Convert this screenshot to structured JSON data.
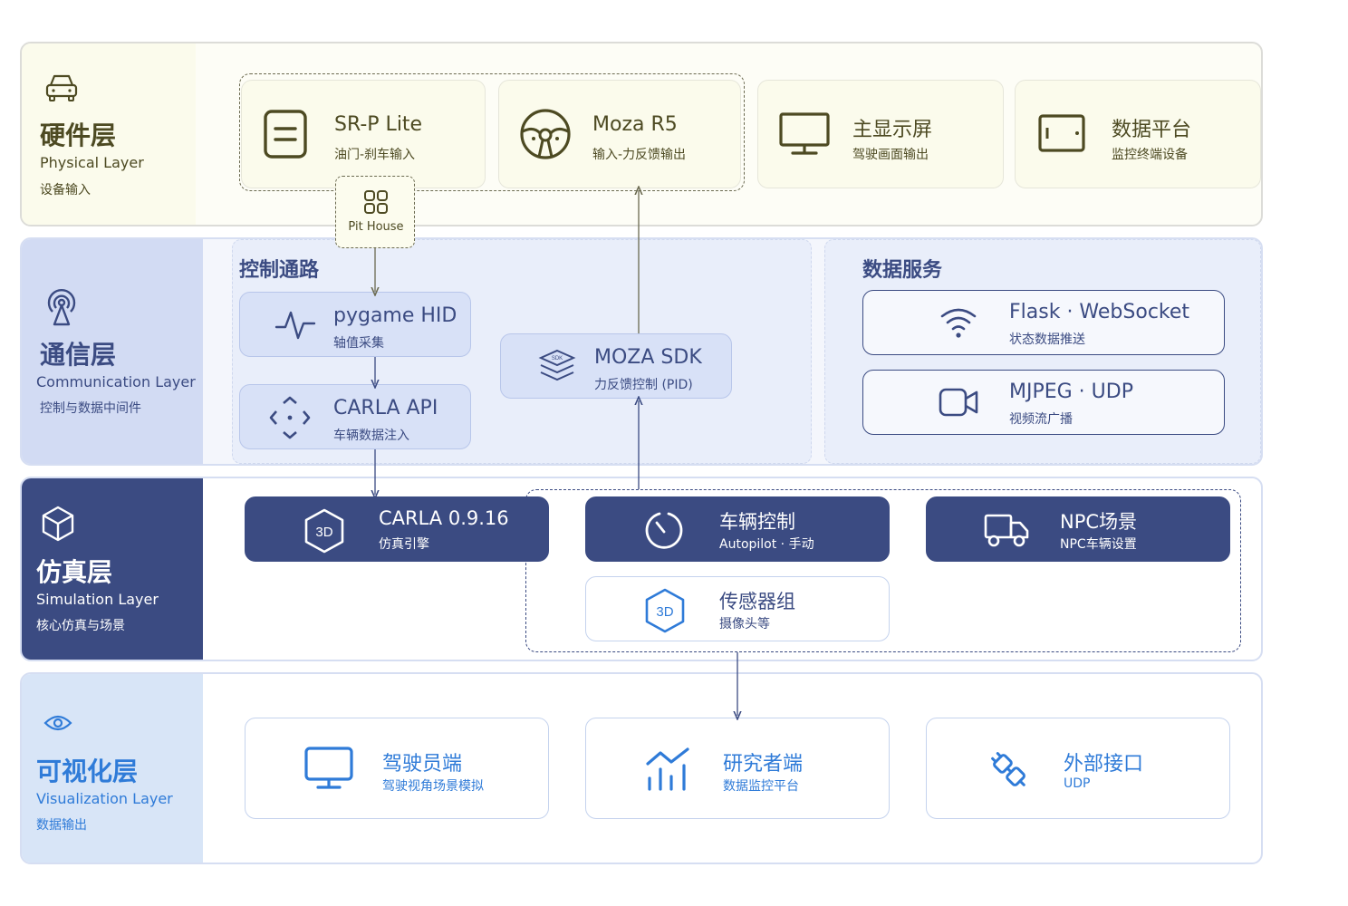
{
  "colors": {
    "olive": "#4d4a22",
    "hw_bg": "#fcfcf2",
    "hw_border": "#dcdcd4",
    "comm_side": "#d2dbf3",
    "comm_bg": "#e9eefa",
    "comm_card": "#d8e1f7",
    "navy": "#3b4b82",
    "sim_card": "#3b4b82",
    "blue": "#2f7bd8",
    "vis_side": "#d8e5f7"
  },
  "layers": {
    "hardware": {
      "title": "硬件层",
      "en": "Physical Layer",
      "sub": "设备输入"
    },
    "communication": {
      "title": "通信层",
      "en": "Communication Layer",
      "sub": "控制与数据中间件"
    },
    "simulation": {
      "title": "仿真层",
      "en": "Simulation Layer",
      "sub": "核心仿真与场景"
    },
    "visualization": {
      "title": "可视化层",
      "en": "Visualization Layer",
      "sub": "数据输出"
    }
  },
  "hardware_cards": [
    {
      "title": "SR-P Lite",
      "sub": "油门-刹车输入",
      "icon": "pedal-icon"
    },
    {
      "title": "Moza R5",
      "sub": "输入-力反馈输出",
      "icon": "steering-wheel-icon"
    },
    {
      "title": "主显示屏",
      "sub": "驾驶画面输出",
      "icon": "monitor-icon"
    },
    {
      "title": "数据平台",
      "sub": "监控终端设备",
      "icon": "tablet-icon"
    }
  ],
  "pit_house": {
    "label": "Pit House"
  },
  "control_path": {
    "title": "控制通路",
    "cards": [
      {
        "title": "pygame HID",
        "sub": "轴值采集"
      },
      {
        "title": "CARLA API",
        "sub": "车辆数据注入"
      },
      {
        "title": "MOZA SDK",
        "sub": "力反馈控制 (PID)"
      }
    ]
  },
  "data_service": {
    "title": "数据服务",
    "cards": [
      {
        "title": "Flask · WebSocket",
        "sub": "状态数据推送"
      },
      {
        "title": "MJPEG · UDP",
        "sub": "视频流广播"
      }
    ]
  },
  "sim_cards": [
    {
      "title": "CARLA 0.9.16",
      "sub": "仿真引擎"
    },
    {
      "title": "车辆控制",
      "sub": "Autopilot · 手动"
    },
    {
      "title": "NPC场景",
      "sub": "NPC车辆设置"
    },
    {
      "title": "传感器组",
      "sub": "摄像头等"
    }
  ],
  "vis_cards": [
    {
      "title": "驾驶员端",
      "sub": "驾驶视角场景模拟"
    },
    {
      "title": "研究者端",
      "sub": "数据监控平台"
    },
    {
      "title": "外部接口",
      "sub": "UDP"
    }
  ]
}
